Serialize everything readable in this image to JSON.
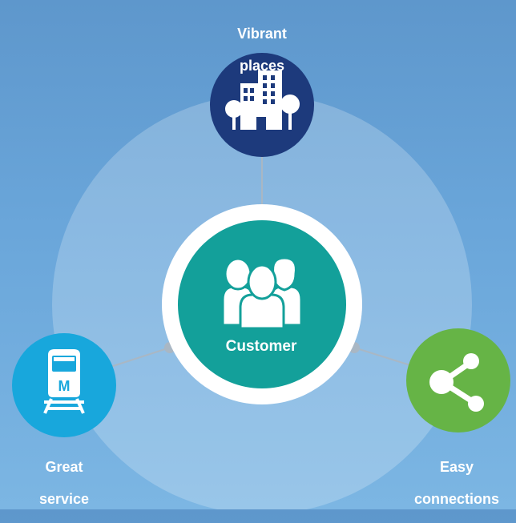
{
  "center": {
    "label": "Customer"
  },
  "nodes": {
    "top": {
      "line1": "Vibrant",
      "line2": "places",
      "icon": "buildings-icon"
    },
    "left": {
      "line1": "Great",
      "line2": "service",
      "icon": "metro-train-icon"
    },
    "right": {
      "line1": "Easy",
      "line2": "connections",
      "icon": "share-network-icon"
    }
  },
  "colors": {
    "center": "#13a09a",
    "top": "#1d3a7c",
    "left": "#18a7dc",
    "right": "#66b446",
    "connector": "#a9b7c4",
    "halo": "#ffffff"
  }
}
